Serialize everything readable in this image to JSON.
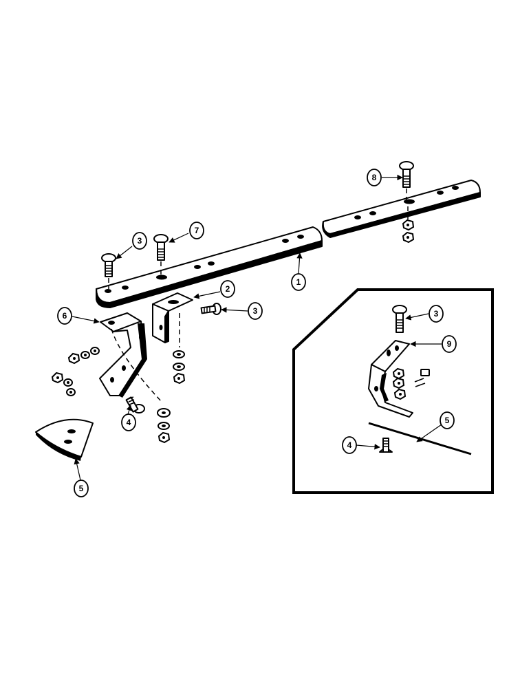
{
  "callouts": {
    "c1": "1",
    "c2": "2",
    "c3a": "3",
    "c3b": "3",
    "c3c": "3",
    "c4a": "4",
    "c4b": "4",
    "c5a": "5",
    "c5b": "5",
    "c6": "6",
    "c7": "7",
    "c8": "8",
    "c9": "9"
  },
  "colors": {
    "ink": "#000000",
    "paper": "#ffffff"
  }
}
